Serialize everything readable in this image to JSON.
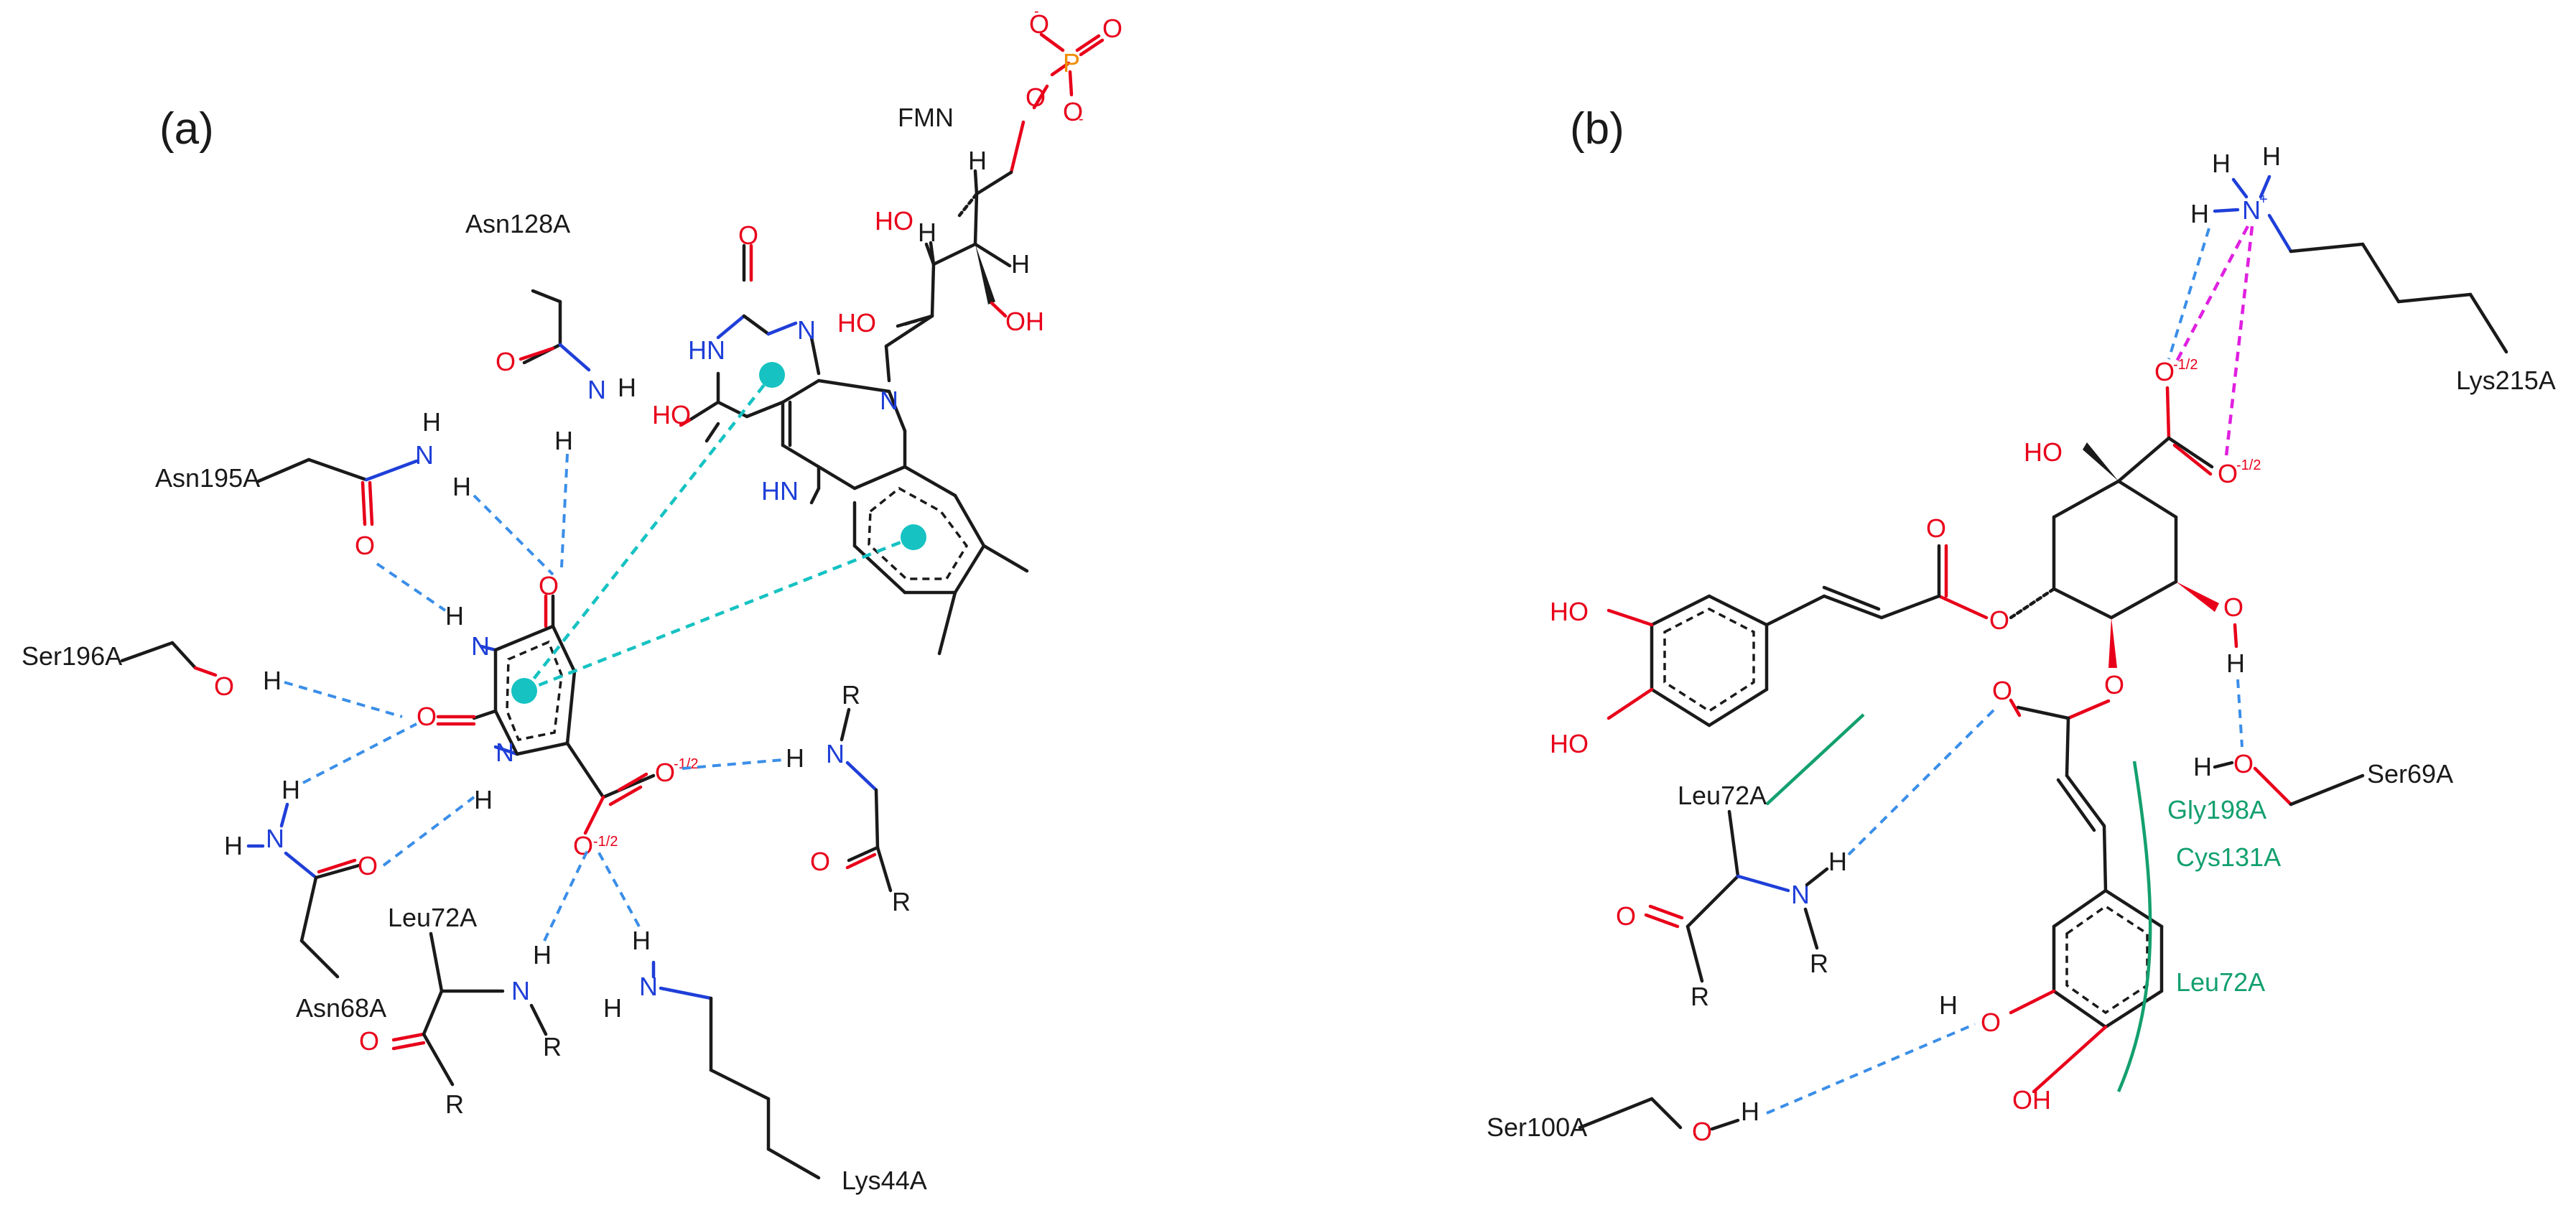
{
  "panels": {
    "a": {
      "label": "(a)",
      "ligand": "FMN",
      "residues": {
        "asn128": "Asn128A",
        "asn195": "Asn195A",
        "ser196": "Ser196A",
        "asn68": "Asn68A",
        "leu72": "Leu72A",
        "lys44": "Lys44A"
      }
    },
    "b": {
      "label": "(b)",
      "residues": {
        "lys215": "Lys215A",
        "leu72": "Leu72A",
        "ser69": "Ser69A",
        "ser100": "Ser100A"
      },
      "hydrophobic": {
        "gly198": "Gly198A",
        "cys131": "Cys131A",
        "leu72": "Leu72A"
      }
    }
  },
  "atoms": {
    "O": "O",
    "OH": "OH",
    "HO": "HO",
    "N": "N",
    "NH": "NH",
    "HN": "HN",
    "H": "H",
    "R": "R",
    "P": "P",
    "half_charge": "-1/2",
    "minus": "-",
    "plus": "+"
  },
  "colors": {
    "carbon": "#1a1a1a",
    "oxygen": "#e8001a",
    "nitrogen": "#1f3fd8",
    "phosphorus": "#f08c00",
    "hbond": "#3a8ee8",
    "pi_stacking": "#16c2c2",
    "salt_bridge": "#e020e0",
    "hydrophobic": "#13a06e"
  }
}
